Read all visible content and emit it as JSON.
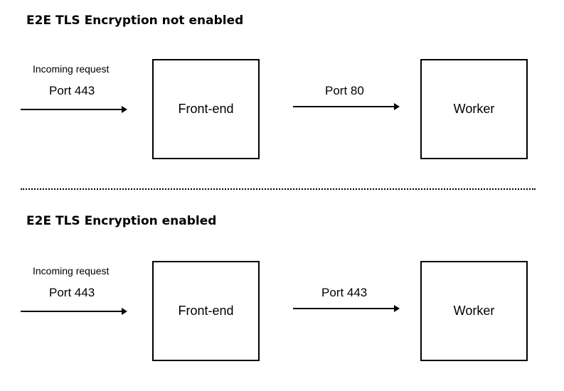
{
  "sections": [
    {
      "title": "E2E TLS Encryption not enabled",
      "incoming_label": "Incoming request",
      "incoming_port": "Port 443",
      "frontend_label": "Front-end",
      "internal_port": "Port 80",
      "worker_label": "Worker"
    },
    {
      "title": "E2E TLS Encryption enabled",
      "incoming_label": "Incoming request",
      "incoming_port": "Port 443",
      "frontend_label": "Front-end",
      "internal_port": "Port 443",
      "worker_label": "Worker"
    }
  ],
  "colors": {
    "line": "#000000",
    "background": "#ffffff"
  }
}
